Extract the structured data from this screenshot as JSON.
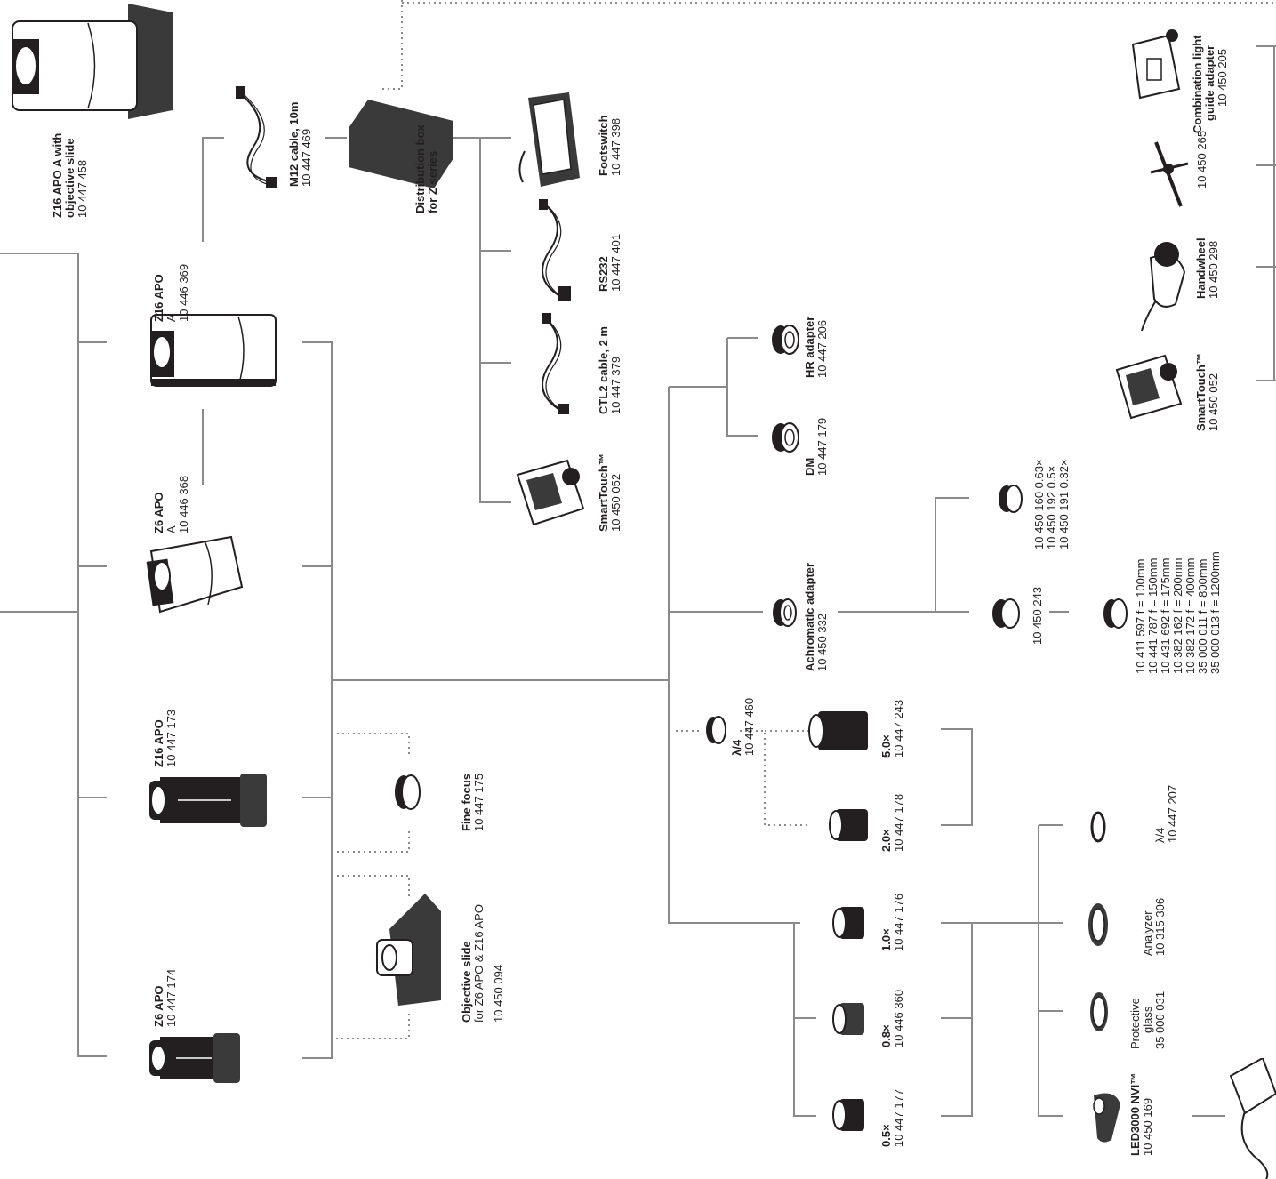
{
  "colors": {
    "line": "#8a8a8a",
    "ink": "#231f20",
    "body": "#3a3a3a"
  },
  "labels": {
    "z16_apo_a_slide": {
      "name": "Z16 APO A with objective slide",
      "line1": "Z16 APO A with",
      "line2": "objective slide",
      "code": "10 447 458"
    },
    "z16_apo_a": {
      "name": "Z16 APO",
      "suffix": " A",
      "code": "10 446 369"
    },
    "z6_apo_a": {
      "name": "Z6 APO",
      "suffix": " A",
      "code": "10 446 368"
    },
    "z16_apo": {
      "name": "Z16 APO",
      "code": "10 447 173"
    },
    "z6_apo": {
      "name": "Z6 APO",
      "code": "10 447 174"
    },
    "m12_cable": {
      "name": "M12 cable, 10m",
      "code": "10 447 469"
    },
    "distribution_box": {
      "line1": "Distribution box",
      "line2": "for Z series"
    },
    "footswitch": {
      "name": "Footswitch",
      "code": "10 447 398"
    },
    "rs232": {
      "name": "RS232",
      "code": "10 447 401"
    },
    "ctl2_cable": {
      "name": "CTL2 cable, 2 m",
      "code": "10 447 379"
    },
    "smarttouch_1": {
      "name": "SmartTouch™",
      "code": "10 450 052"
    },
    "hr_adapter": {
      "name": "HR adapter",
      "code": "10 447 206"
    },
    "dm": {
      "name": "DM",
      "code": "10 447 179"
    },
    "achromatic_adapter": {
      "name": "Achromatic adapter",
      "code": "10 450 332"
    },
    "lambda4_upper": {
      "name": "λ/4",
      "code": "10 447 460"
    },
    "fine_focus": {
      "name": "Fine focus",
      "code": "10 447 175"
    },
    "objective_slide": {
      "name": "Objective slide",
      "sub": "for Z6 APO & Z16 APO",
      "code": "10 450 094"
    },
    "obj_5x": {
      "name": "5.0×",
      "code": "10 447 243"
    },
    "obj_2x": {
      "name": "2.0×",
      "code": "10 447 178"
    },
    "obj_1x": {
      "name": "1.0×",
      "code": "10 447 176"
    },
    "obj_08x": {
      "name": "0.8×",
      "code": "10 446 360"
    },
    "obj_05x": {
      "name": "0.5×",
      "code": "10 447 177"
    },
    "achro_small": {
      "rows": [
        "10 450 160  0.63×",
        "10 450 192  0.5×",
        "10 450 191  0.32×"
      ]
    },
    "achro_large": {
      "code": "10 450 243"
    },
    "focal_lenses": {
      "rows": [
        "10 411 597   f = 100mm",
        "10 441 787   f = 150mm",
        "10 431 692   f = 175mm",
        "10 382 162   f = 200mm",
        "10 382 172   f = 400mm",
        "35 000 011   f = 800mm",
        "35 000 013   f = 1200mm"
      ]
    },
    "lambda4_lower": {
      "name": "λ/4",
      "code": "10 447 207"
    },
    "analyzer": {
      "name": "Analyzer",
      "code": "10 315 306"
    },
    "protective_glass": {
      "line1": "Protective",
      "line2": "glass",
      "code": "35 000 031"
    },
    "led3000": {
      "name": "LED3000 NVI™",
      "code": "10 450 169"
    },
    "combination_adapter": {
      "line1": "Combination light",
      "line2": "guide adapter",
      "code": "10 450 205"
    },
    "part_10450265": {
      "code": "10 450 265"
    },
    "handwheel": {
      "name": "Handwheel",
      "code": "10 450 298"
    },
    "smarttouch_2": {
      "name": "SmartTouch™",
      "code": "10 450 052"
    }
  }
}
